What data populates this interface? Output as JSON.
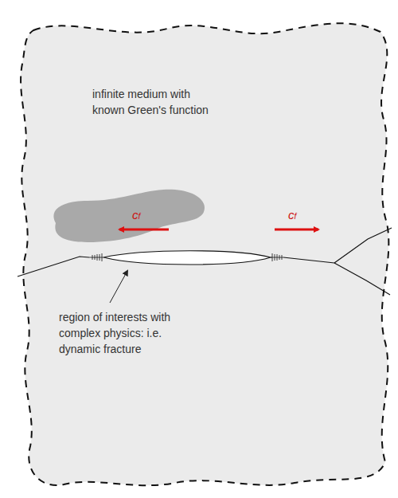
{
  "diagram": {
    "labels": [
      "infinite medium with known Green's function",
      "cf",
      "cf",
      "region of interests with complex physics: i.e. dynamic fracture"
    ]
  }
}
